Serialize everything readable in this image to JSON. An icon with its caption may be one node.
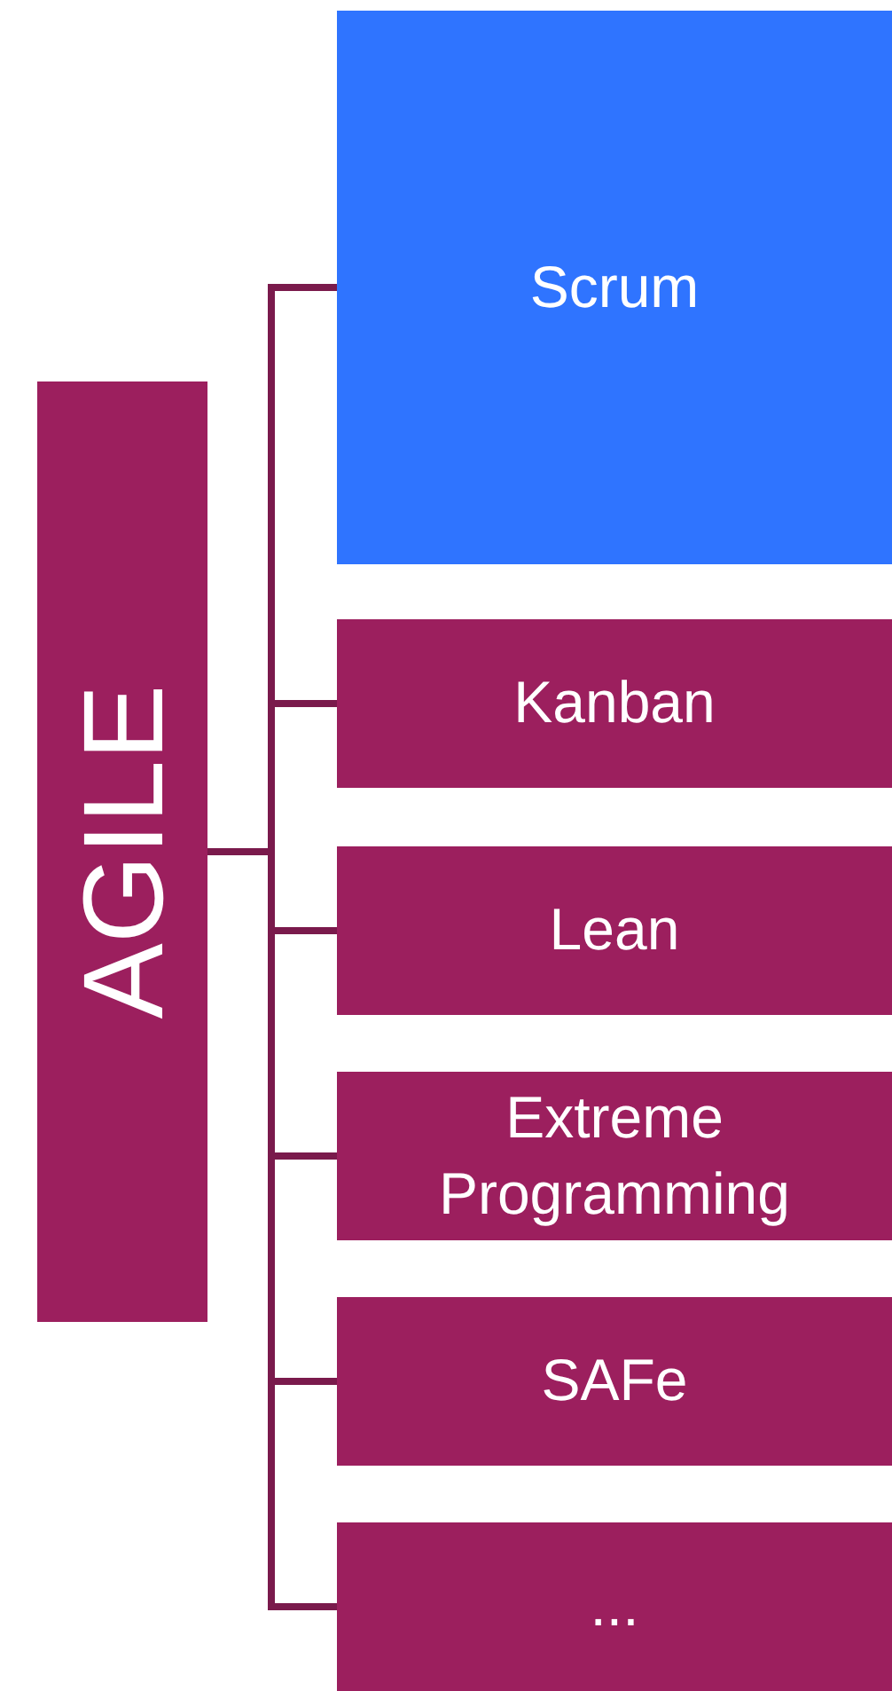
{
  "diagram": {
    "nodes": [
      {
        "text": [
          "AGILE"
        ]
      },
      {
        "text": [
          "Scrum"
        ]
      },
      {
        "text": [
          "Kanban"
        ]
      },
      {
        "text": [
          "Lean"
        ]
      },
      {
        "text": [
          "Extreme Programming"
        ]
      },
      {
        "text": [
          "SAFe"
        ]
      },
      {
        "text": [
          "..."
        ]
      }
    ],
    "edges": [
      {
        "from": 0,
        "to": 1,
        "arrow": "none"
      },
      {
        "from": 0,
        "to": 2,
        "arrow": "none"
      },
      {
        "from": 0,
        "to": 3,
        "arrow": "none"
      },
      {
        "from": 0,
        "to": 4,
        "arrow": "none"
      },
      {
        "from": 0,
        "to": 5,
        "arrow": "none"
      },
      {
        "from": 0,
        "to": 6,
        "arrow": "none"
      }
    ]
  }
}
